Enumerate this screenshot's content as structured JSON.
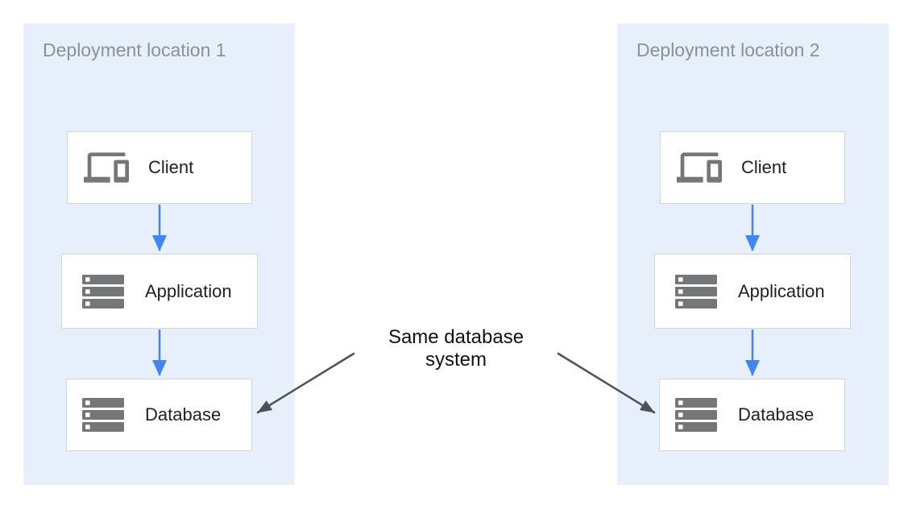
{
  "diagram": {
    "center_annotation": {
      "text": "Same database\nsystem"
    },
    "panels": [
      {
        "title": "Deployment location 1",
        "nodes": [
          {
            "label": "Client",
            "icon": "devices-icon"
          },
          {
            "label": "Application",
            "icon": "server-stack-icon"
          },
          {
            "label": "Database",
            "icon": "server-stack-icon"
          }
        ]
      },
      {
        "title": "Deployment location 2",
        "nodes": [
          {
            "label": "Client",
            "icon": "devices-icon"
          },
          {
            "label": "Application",
            "icon": "server-stack-icon"
          },
          {
            "label": "Database",
            "icon": "server-stack-icon"
          }
        ]
      }
    ],
    "colors": {
      "panel_background": "#e7f0fa",
      "node_border": "#d2d5d9",
      "icon_gray": "#747678",
      "flow_arrow_blue": "#4285f4",
      "annotation_arrow_gray": "#4d5156",
      "panel_title_gray": "#8b9196",
      "node_label_text": "#202124",
      "annotation_text": "#111111"
    }
  }
}
